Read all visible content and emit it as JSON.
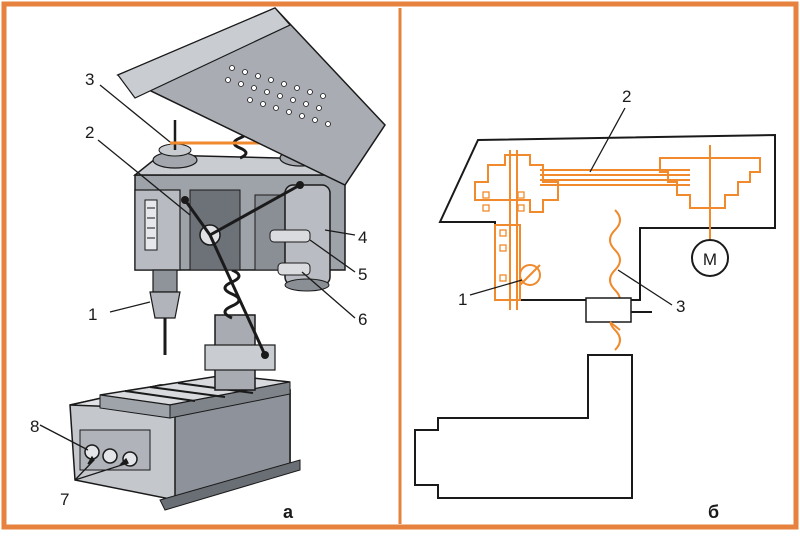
{
  "colors": {
    "frame": "#e7823e",
    "metal": "#9a9ea6",
    "metal_dark": "#54585f",
    "metal_light": "#d4d7dc",
    "line": "#1a1a1a",
    "orange": "#f08a2c"
  },
  "panel_a": {
    "label": "а",
    "callouts": [
      "1",
      "2",
      "3",
      "4",
      "5",
      "6",
      "7",
      "8"
    ]
  },
  "panel_b": {
    "label": "б",
    "callouts": [
      "1",
      "2",
      "3"
    ],
    "motor": "M"
  }
}
